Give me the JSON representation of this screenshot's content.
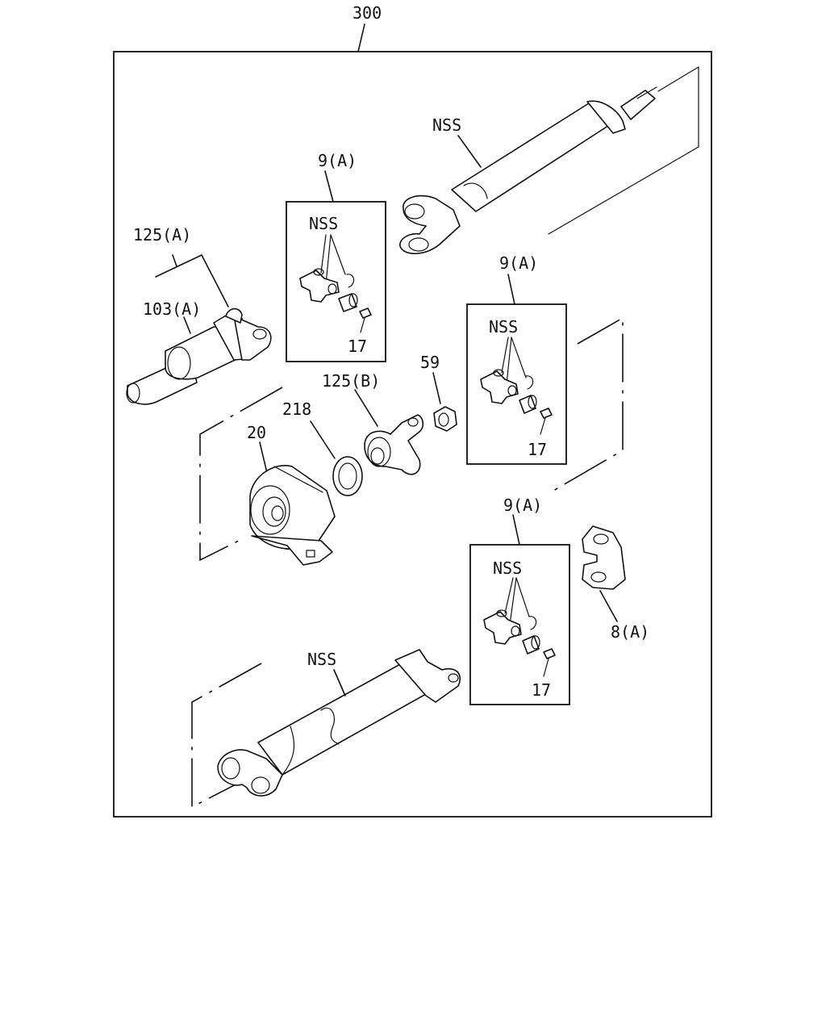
{
  "assembly": {
    "number": "300"
  },
  "labels": {
    "nss_front_shaft": "NSS",
    "kit_a_top": "9(A)",
    "kit_a_top_nss": "NSS",
    "kit_a_top_fitting": "17",
    "yoke_a": "125(A)",
    "sleeve_a": "103(A)",
    "kit_a_mid": "9(A)",
    "kit_a_mid_nss": "NSS",
    "kit_a_mid_fitting": "17",
    "nut": "59",
    "yoke_b": "125(B)",
    "washer": "218",
    "bearing": "20",
    "kit_a_low": "9(A)",
    "kit_a_low_nss": "NSS",
    "kit_a_low_fitting": "17",
    "flange_yoke": "8(A)",
    "nss_rear_shaft": "NSS"
  }
}
